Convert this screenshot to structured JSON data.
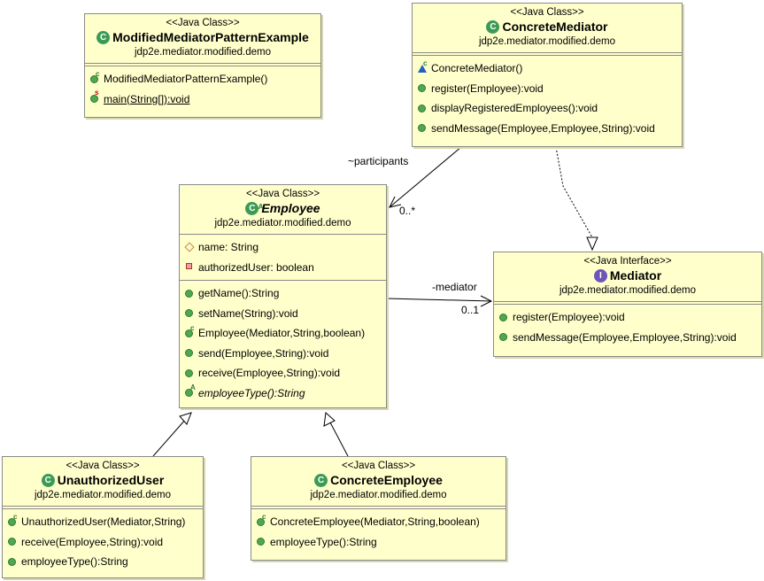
{
  "stereo_class": "<<Java Class>>",
  "stereo_interface": "<<Java Interface>>",
  "package": "jdp2e.mediator.modified.demo",
  "classes": {
    "example": {
      "name": "ModifiedMediatorPatternExample",
      "methods": [
        "ModifiedMediatorPatternExample()",
        "main(String[]):void"
      ]
    },
    "concrete_mediator": {
      "name": "ConcreteMediator",
      "methods": [
        "ConcreteMediator()",
        "register(Employee):void",
        "displayRegisteredEmployees():void",
        "sendMessage(Employee,Employee,String):void"
      ]
    },
    "employee": {
      "name": "Employee",
      "fields": [
        "name: String",
        "authorizedUser: boolean"
      ],
      "methods": [
        "getName():String",
        "setName(String):void",
        "Employee(Mediator,String,boolean)",
        "send(Employee,String):void",
        "receive(Employee,String):void",
        "employeeType():String"
      ]
    },
    "mediator": {
      "name": "Mediator",
      "methods": [
        "register(Employee):void",
        "sendMessage(Employee,Employee,String):void"
      ]
    },
    "unauthorized_user": {
      "name": "UnauthorizedUser",
      "methods": [
        "UnauthorizedUser(Mediator,String)",
        "receive(Employee,String):void",
        "employeeType():String"
      ]
    },
    "concrete_employee": {
      "name": "ConcreteEmployee",
      "methods": [
        "ConcreteEmployee(Mediator,String,boolean)",
        "employeeType():String"
      ]
    }
  },
  "associations": {
    "participants": {
      "role": "~participants",
      "multiplicity": "0..*"
    },
    "mediator": {
      "role": "-mediator",
      "multiplicity": "0..1"
    }
  }
}
